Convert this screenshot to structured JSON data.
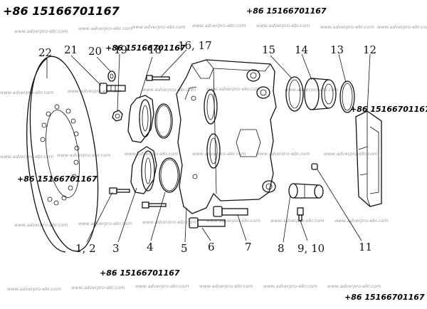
{
  "phone": "+86 15166701167",
  "watermark": "www.adverpro-ebr.com",
  "callouts": {
    "c22": "22",
    "c21": "21",
    "c20": "20",
    "c19": "19",
    "c18": "18",
    "c1617": "16, 17",
    "c15": "15",
    "c14": "14",
    "c13": "13",
    "c12": "12",
    "c12b": "1, 2",
    "c3": "3",
    "c4": "4",
    "c5": "5",
    "c6": "6",
    "c7": "7",
    "c8": "8",
    "c910": "9, 10",
    "c11": "11"
  }
}
